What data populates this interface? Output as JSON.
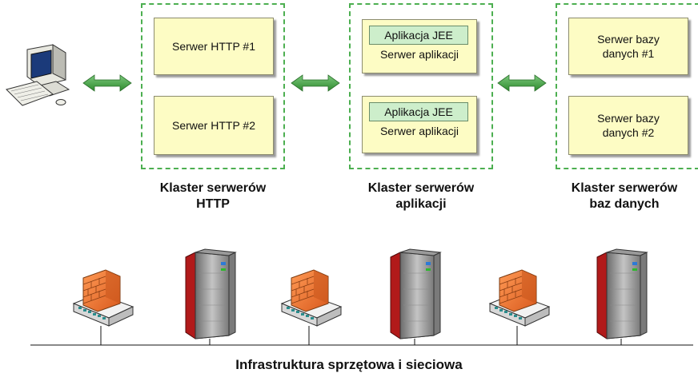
{
  "clusters": {
    "http": {
      "label_line1": "Klaster serwerów",
      "label_line2": "HTTP",
      "server1": "Serwer HTTP #1",
      "server2": "Serwer HTTP #2"
    },
    "app": {
      "label_line1": "Klaster serwerów",
      "label_line2": "aplikacji",
      "app_label": "Aplikacja JEE",
      "server_label": "Serwer aplikacji"
    },
    "db": {
      "label_line1": "Klaster serwerów",
      "label_line2": "baz danych",
      "db1_line1": "Serwer bazy",
      "db1_line2": "danych #1",
      "db2_line1": "Serwer bazy",
      "db2_line2": "danych #2"
    }
  },
  "infrastructure_title": "Infrastruktura sprzętowa i sieciowa",
  "colors": {
    "cluster_border": "#4caf50",
    "server_box": "#fdfcc4",
    "app_box": "#cdeecb",
    "arrow": "#3f9e3f",
    "firewall": "#f07a3a",
    "server_red": "#b11a1a"
  },
  "icons": [
    "client-computer-icon",
    "firewall-icon",
    "server-rack-icon"
  ]
}
